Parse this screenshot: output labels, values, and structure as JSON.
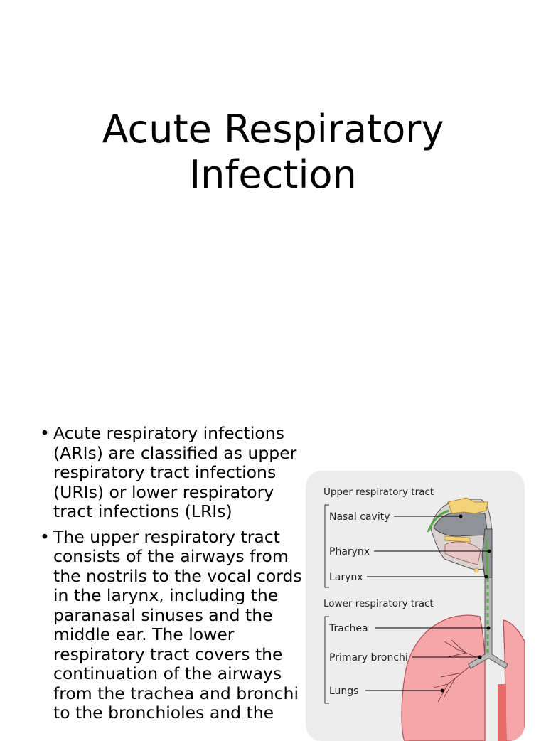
{
  "title": {
    "line1": "Acute Respiratory",
    "line2": "Infection"
  },
  "bullets": [
    "Acute respiratory infections (ARIs) are classified as upper respiratory tract infections (URIs) or lower respiratory tract infections (LRIs)",
    "The upper respiratory tract consists of the airways from the nostrils to the vocal cords in the larynx, including the paranasal sinuses and the middle ear. The lower respiratory tract covers the continuation of the airways from the trachea and bronchi to the bronchioles and the"
  ],
  "bullet_glyph": "•",
  "diagram": {
    "upper_header": "Upper respiratory tract",
    "lower_header": "Lower respiratory tract",
    "labels": {
      "nasal_cavity": "Nasal cavity",
      "pharynx": "Pharynx",
      "larynx": "Larynx",
      "trachea": "Trachea",
      "primary_bronchi": "Primary bronchi",
      "lungs": "Lungs"
    },
    "colors": {
      "panel": "#ededed",
      "lung": "#f4a6a8",
      "airway_gray": "#9a9a9a",
      "mucosa_green": "#5aa84a",
      "bone_yellow": "#f3d27a",
      "artery_red": "#e86a6a"
    }
  }
}
